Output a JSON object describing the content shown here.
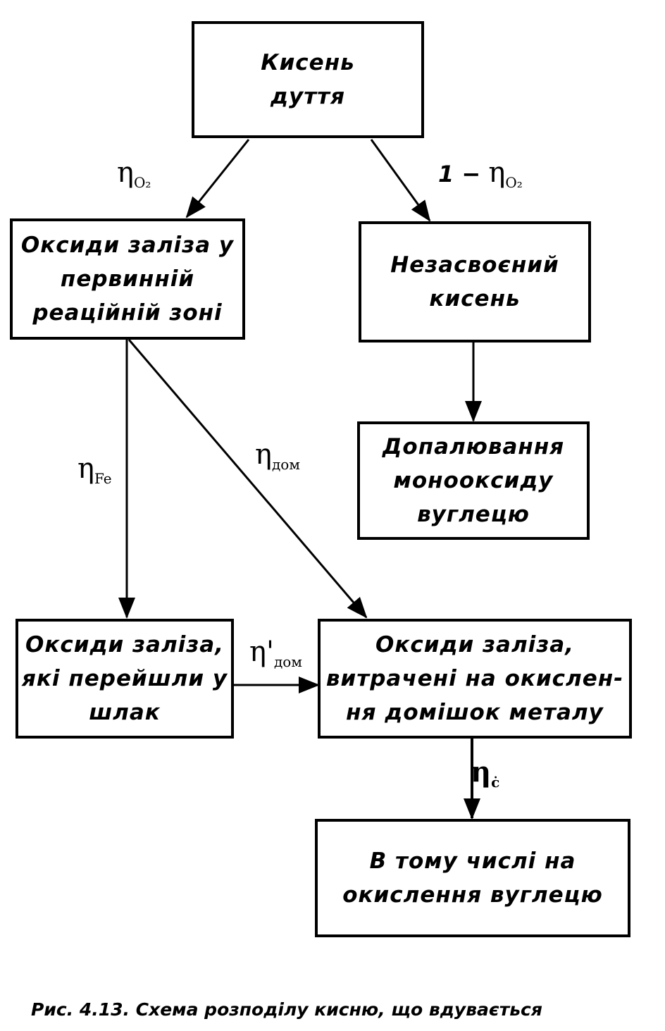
{
  "boxes": {
    "blast_oxygen": [
      "Кисень",
      "дуття"
    ],
    "primary_zone_oxides": [
      "Оксиди заліза у",
      "первинній",
      "реаційній зоні"
    ],
    "unassimilated_oxygen": [
      "Незасвоєний",
      "кисень"
    ],
    "co_afterburning": [
      "Допалювання",
      "монооксиду",
      "вуглецю"
    ],
    "slag_oxides": [
      "Оксиди заліза,",
      "які перейшли у",
      "шлак"
    ],
    "impurity_oxides": [
      "Оксиди заліза,",
      "витрачені на окислен-",
      "ня домішок металу"
    ],
    "carbon_oxidation": [
      "В тому числі на",
      "окислення вуглецю"
    ]
  },
  "labels": {
    "eta_o2": {
      "symbol": "η",
      "sub": "O₂"
    },
    "one_minus_eta_o2": {
      "prefix": "1 − ",
      "symbol": "η",
      "sub": "O₂"
    },
    "eta_fe": {
      "symbol": "η",
      "sub": "Fe"
    },
    "eta_dom": {
      "symbol": "η",
      "sub": "дом"
    },
    "eta_dom_prime": {
      "symbol": "η",
      "prime": "'",
      "sub": "дом"
    },
    "eta_c": {
      "symbol": "η",
      "sub": "ċ"
    }
  },
  "caption": "Рис. 4.13. Схема розподілу кисню, що вдувається"
}
